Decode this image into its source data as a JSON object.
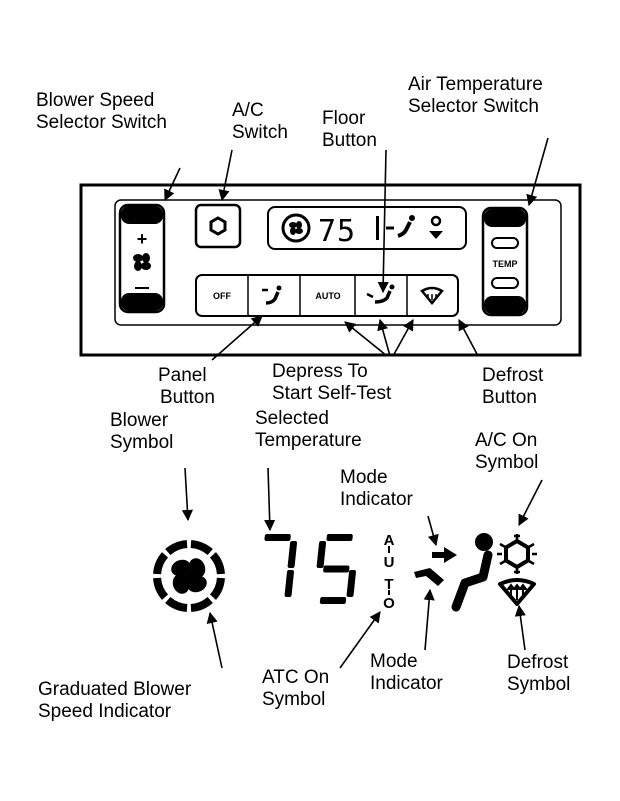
{
  "labels": {
    "blower_speed_selector": [
      "Blower Speed",
      "Selector Switch"
    ],
    "ac_switch": [
      "A/C",
      "Switch"
    ],
    "floor_button": [
      "Floor",
      "Button"
    ],
    "air_temp_selector": [
      "Air Temperature",
      "Selector Switch"
    ],
    "panel_button": [
      "Panel",
      "Button"
    ],
    "self_test": [
      "Depress To",
      "Start Self-Test"
    ],
    "defrost_button": [
      "Defrost",
      "Button"
    ],
    "blower_symbol": [
      "Blower",
      "Symbol"
    ],
    "selected_temperature": [
      "Selected",
      "Temperature"
    ],
    "ac_on_symbol": [
      "A/C On",
      "Symbol"
    ],
    "mode_indicator_top": [
      "Mode",
      "Indicator"
    ],
    "graduated_blower": [
      "Graduated Blower",
      "Speed Indicator"
    ],
    "atc_on_symbol": [
      "ATC On",
      "Symbol"
    ],
    "mode_indicator_bottom": [
      "Mode",
      "Indicator"
    ],
    "defrost_symbol": [
      "Defrost",
      "Symbol"
    ]
  },
  "panel": {
    "display_temperature": "75",
    "buttons": {
      "off": "OFF",
      "auto": "AUTO",
      "temp": "TEMP"
    },
    "blower_plus": "+",
    "blower_minus": "—"
  },
  "enlarged_display": {
    "temperature": "75",
    "atc_letters": [
      "A",
      "U",
      "T",
      "O"
    ]
  }
}
